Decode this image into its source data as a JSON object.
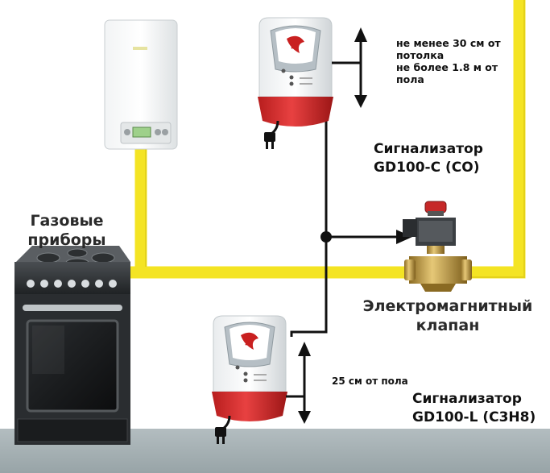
{
  "labels": {
    "gas_appliances": [
      "Газовые",
      "приборы"
    ],
    "detector_top_note": [
      "не менее 30 см от",
      "потолка",
      "не более 1.8 м от",
      "пола"
    ],
    "detector_top_name": [
      "Сигнализатор",
      "GD100-C (CO)"
    ],
    "valve_name": [
      "Электромагнитный",
      "клапан"
    ],
    "detector_bottom_note": "25 см от пола",
    "detector_bottom_name": [
      "Сигнализатор",
      "GD100-L (С3Н8)"
    ]
  },
  "colors": {
    "pipe": "#f5e625",
    "floor": "#a3afb2",
    "wire": "#111111",
    "detector_red": "#d42a2a"
  },
  "icons": [
    "boiler",
    "gas-detector",
    "power-plug",
    "gas-stove",
    "solenoid-valve"
  ]
}
